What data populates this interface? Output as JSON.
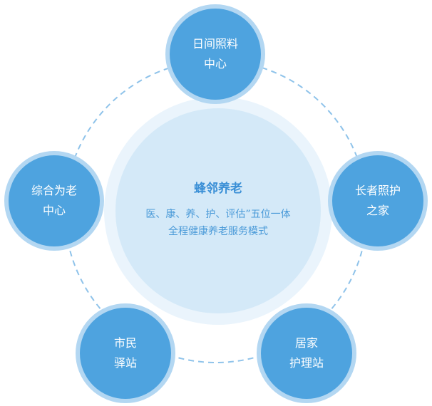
{
  "center": {
    "title": "蜂邻养老",
    "line1": "医、康、养、护、评估”五位一体",
    "line2": "全程健康养老服务模式"
  },
  "nodes": [
    {
      "line1": "日间照料",
      "line2": "中心"
    },
    {
      "line1": "长者照护",
      "line2": "之家"
    },
    {
      "line1": "居家",
      "line2": "护理站"
    },
    {
      "line1": "市民",
      "line2": "驿站"
    },
    {
      "line1": "综合为老",
      "line2": "中心"
    }
  ],
  "colors": {
    "node_fill": "#4ea3df",
    "node_border": "#b3d7f2",
    "center_core": "#d4e9f8",
    "center_glow": "#eaf4fc",
    "center_text": "#3a8fd6",
    "dashed_ring": "#8fc3ea"
  }
}
